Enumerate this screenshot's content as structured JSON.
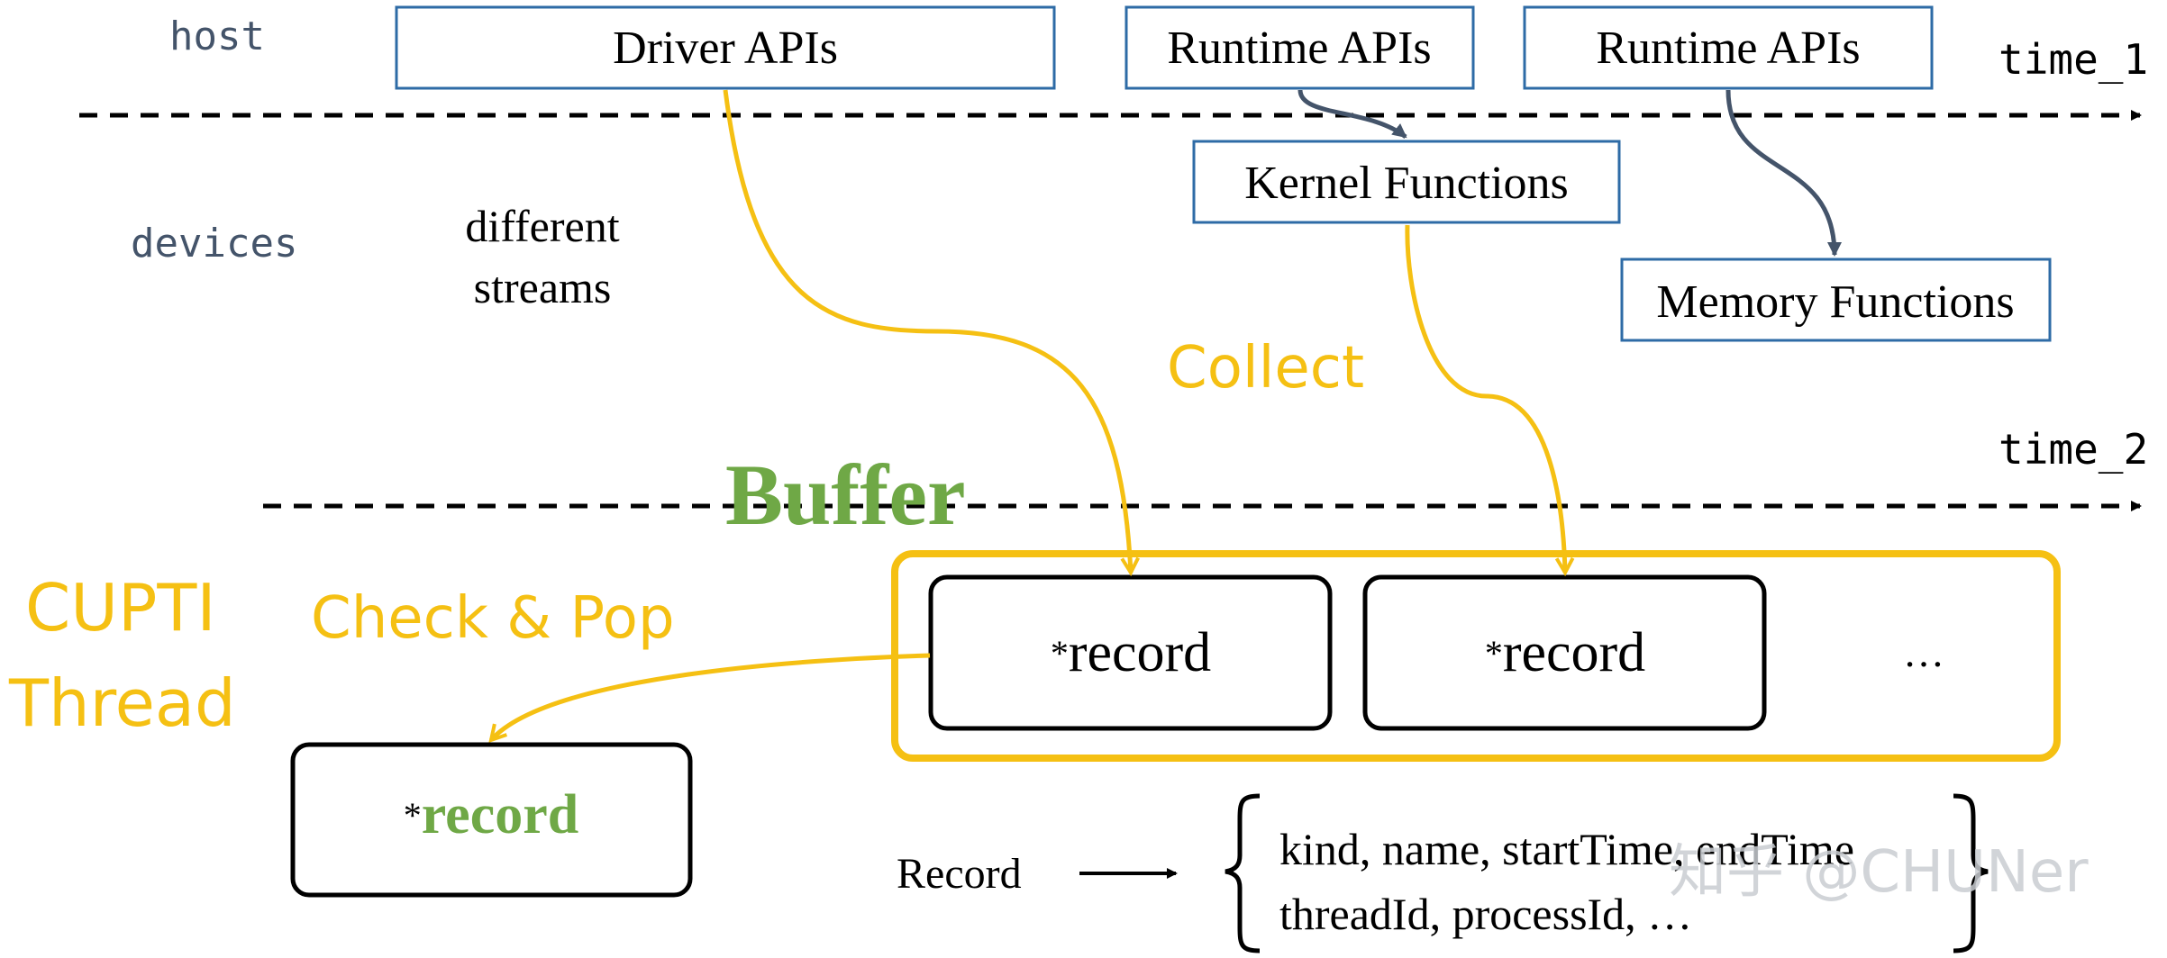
{
  "colors": {
    "accent_yellow": "#F5C013",
    "accent_green": "#6FA846",
    "box_blue": "#2E6BA6",
    "arrow_slate": "#44546A",
    "label_slate": "#44546A",
    "black": "#000000",
    "watermark": "#C9CCD1"
  },
  "timeline": {
    "host_label": "host",
    "devices_label": "devices",
    "time1_label": "time_1",
    "time2_label": "time_2"
  },
  "host_apis": {
    "driver": "Driver APIs",
    "runtime_1": "Runtime APIs",
    "runtime_2": "Runtime APIs"
  },
  "device_functions": {
    "kernel": "Kernel Functions",
    "memory": "Memory Functions"
  },
  "streams_note": {
    "line1": "different",
    "line2": "streams"
  },
  "collect_label": "Collect",
  "buffer": {
    "title": "Buffer",
    "record_1_star": "*",
    "record_1_text": "record",
    "record_2_star": "*",
    "record_2_text": "record",
    "more": "…"
  },
  "cupti": {
    "line1": "CUPTI",
    "line2": "Thread",
    "check_pop": "Check & Pop",
    "record_star": "*",
    "record_text": "record"
  },
  "record_def": {
    "label": "Record",
    "fields_line1": "kind, name, startTime, endTime",
    "fields_line2": "threadId, processId, …"
  },
  "watermark": "知乎 @CHUNer"
}
